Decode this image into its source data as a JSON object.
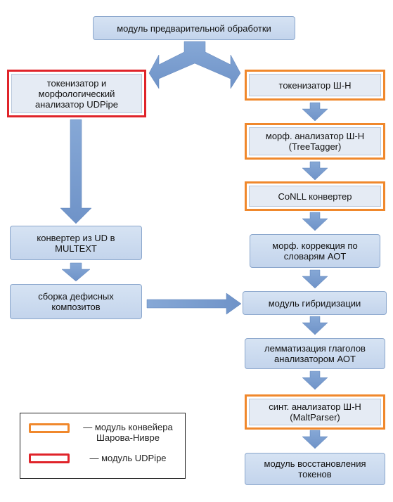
{
  "nodes": {
    "preprocessing": "модуль предварительной обработки",
    "udpipe_tokenizer": "токенизатор и морфологический анализатор UDPipe",
    "sn_tokenizer": "токенизатор Ш-Н",
    "sn_morph": "морф. анализатор Ш-Н (TreeTagger)",
    "conll_converter": "CoNLL конвертер",
    "ud_multext": "конвертер из UD в MULTEXT",
    "aot_correction": "морф. коррекция по словарям АОТ",
    "hyphen_assembly": "сборка дефисных композитов",
    "hybridization": "модуль гибридизации",
    "lemmatization": "лемматизация глаголов анализатором АОТ",
    "syntax_analyzer": "синт. анализатор Ш-Н (MaltParser)",
    "token_restore": "модуль восстановления токенов"
  },
  "legend": {
    "sharov_nivre": "— модуль конвейера Шарова-Нивре",
    "udpipe": "— модуль UDPipe"
  },
  "colors": {
    "orange_border": "#f0882c",
    "red_border": "#e0242a",
    "arrow_fill": "#7c9fd0"
  }
}
